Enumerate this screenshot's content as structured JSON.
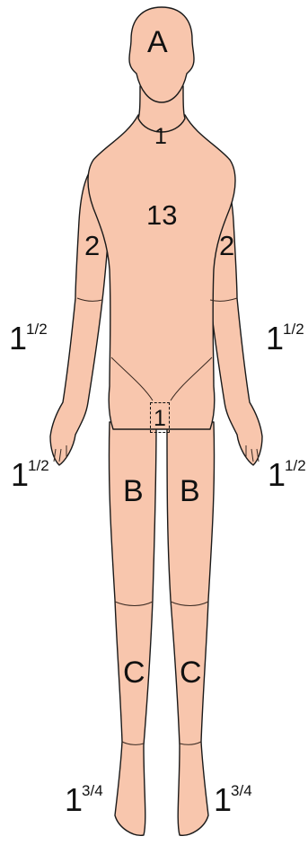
{
  "colors": {
    "skin": "#f8c6ad",
    "outline": "#1a1a1a",
    "text": "#111111"
  },
  "labels": {
    "head": "A",
    "neck": "1",
    "trunk": "13",
    "left_upper_arm": "2",
    "right_upper_arm": "2",
    "left_forearm": {
      "whole": "1",
      "fraction": "1/2"
    },
    "right_forearm": {
      "whole": "1",
      "fraction": "1/2"
    },
    "left_hand": {
      "whole": "1",
      "fraction": "1/2"
    },
    "right_hand": {
      "whole": "1",
      "fraction": "1/2"
    },
    "genitals": "1",
    "left_thigh": "B",
    "right_thigh": "B",
    "left_lower_leg": "C",
    "right_lower_leg": "C",
    "left_foot": {
      "whole": "1",
      "fraction": "3/4"
    },
    "right_foot": {
      "whole": "1",
      "fraction": "3/4"
    }
  }
}
